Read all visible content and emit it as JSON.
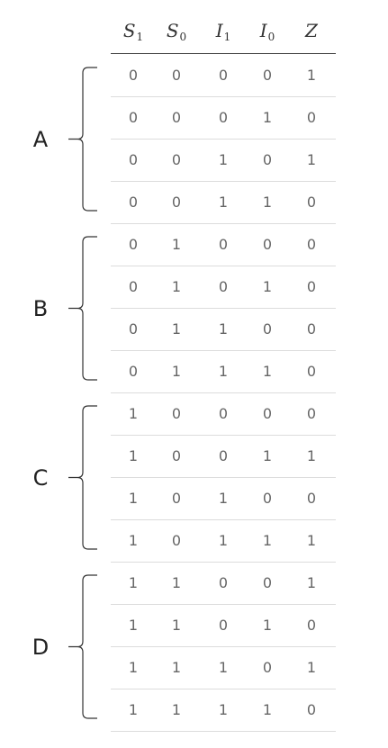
{
  "table": {
    "headers": [
      {
        "symbol": "S",
        "subscript": "1"
      },
      {
        "symbol": "S",
        "subscript": "0"
      },
      {
        "symbol": "I",
        "subscript": "1"
      },
      {
        "symbol": "I",
        "subscript": "0"
      },
      {
        "symbol": "Z",
        "subscript": ""
      }
    ],
    "groups": [
      {
        "label": "A",
        "rows": [
          [
            "0",
            "0",
            "0",
            "0",
            "1"
          ],
          [
            "0",
            "0",
            "0",
            "1",
            "0"
          ],
          [
            "0",
            "0",
            "1",
            "0",
            "1"
          ],
          [
            "0",
            "0",
            "1",
            "1",
            "0"
          ]
        ]
      },
      {
        "label": "B",
        "rows": [
          [
            "0",
            "1",
            "0",
            "0",
            "0"
          ],
          [
            "0",
            "1",
            "0",
            "1",
            "0"
          ],
          [
            "0",
            "1",
            "1",
            "0",
            "0"
          ],
          [
            "0",
            "1",
            "1",
            "1",
            "0"
          ]
        ]
      },
      {
        "label": "C",
        "rows": [
          [
            "1",
            "0",
            "0",
            "0",
            "0"
          ],
          [
            "1",
            "0",
            "0",
            "1",
            "1"
          ],
          [
            "1",
            "0",
            "1",
            "0",
            "0"
          ],
          [
            "1",
            "0",
            "1",
            "1",
            "1"
          ]
        ]
      },
      {
        "label": "D",
        "rows": [
          [
            "1",
            "1",
            "0",
            "0",
            "1"
          ],
          [
            "1",
            "1",
            "0",
            "1",
            "0"
          ],
          [
            "1",
            "1",
            "1",
            "0",
            "1"
          ],
          [
            "1",
            "1",
            "1",
            "1",
            "0"
          ]
        ]
      }
    ]
  }
}
